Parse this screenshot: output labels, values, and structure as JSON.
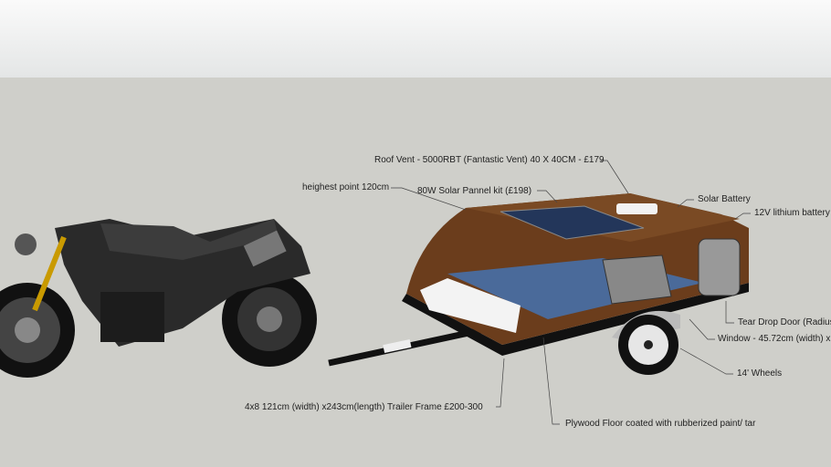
{
  "annotations": {
    "roof_vent": "Roof Vent - 5000RBT (Fantastic Vent) 40 X 40CM - £179",
    "highest_point": "heighest point 120cm",
    "solar_panel": "80W Solar Pannel  kit (£198)",
    "solar_battery": "Solar Battery",
    "lithium_battery": "12V lithium battery",
    "door": "Tear Drop  Door (Radius",
    "window": "Window - 45.72cm (width) x",
    "wheels": "14' Wheels",
    "trailer_frame": "4x8 121cm (width) x243cm(length) Trailer Frame £200-300",
    "floor": "Plywood Floor coated with rubberized paint/ tar"
  },
  "colors": {
    "sky": "#f0f1f1",
    "ground": "#cfcfca",
    "wood": "#6b3d1c",
    "mattress": "#4a6a9a",
    "frame": "#1a1a1a"
  }
}
